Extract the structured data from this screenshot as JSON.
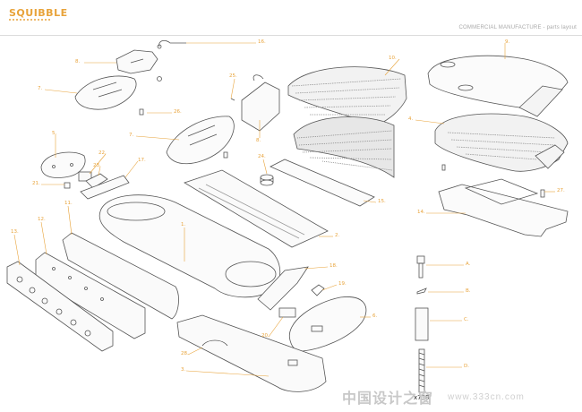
{
  "header": {
    "brand": "SQUIBBLE",
    "title": "COMMERCIAL MANUFACTURE - parts layout"
  },
  "colors": {
    "accent": "#e8a33a",
    "line": "#555555",
    "rule": "#dcdcdc"
  },
  "callouts": {
    "c1": "1.",
    "c2": "2.",
    "c3": "3.",
    "c6": "6.",
    "c7a": "7.",
    "c7b": "7.",
    "c8a": "8.",
    "c8b": "8.",
    "c9": "9.",
    "c10": "10.",
    "c4": "4.",
    "c5": "5.",
    "c11": "11.",
    "c12": "12.",
    "c13": "13.",
    "c14": "14.",
    "c15": "15.",
    "c16": "16.",
    "c17": "17.",
    "c18": "18.",
    "c19": "19.",
    "c20": "20.",
    "c21": "21.",
    "c22": "22.",
    "c23": "23.",
    "c24": "24.",
    "c25": "25.",
    "c26": "26.",
    "c27": "27.",
    "c28": "28.",
    "cA": "A.",
    "cB": "B.",
    "cC": "C.",
    "cD": "D."
  },
  "quantity_label": "x738",
  "watermark": {
    "text": "中国设计之窗",
    "url": "www.333cn.com"
  }
}
